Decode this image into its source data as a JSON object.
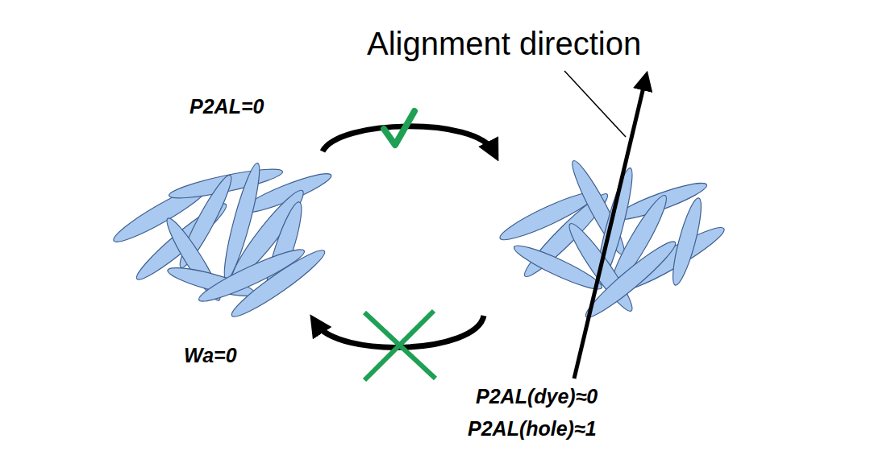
{
  "diagram": {
    "labels": [
      "P2AL=0",
      "Wa=0",
      "Alignment direction",
      "P2AL(dye)≈0",
      "P2AL(hole)≈1"
    ]
  }
}
